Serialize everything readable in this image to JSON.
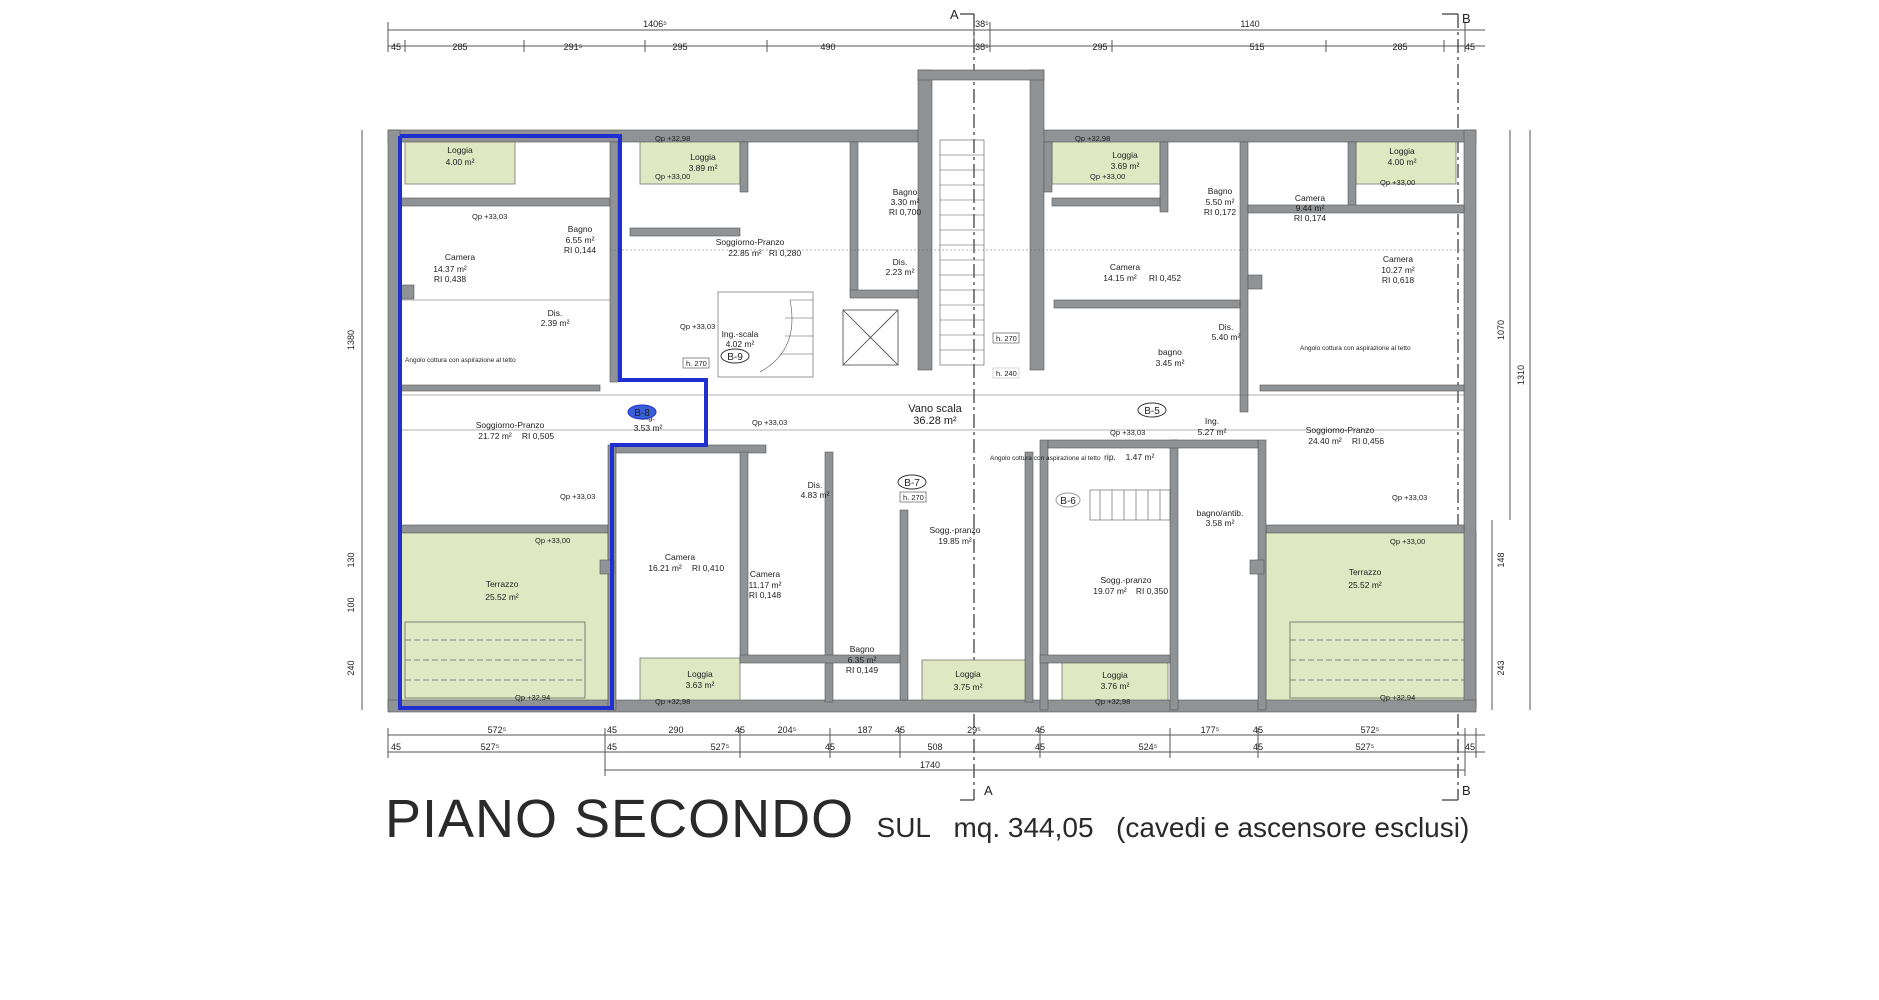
{
  "title": {
    "main": "PIANO SECONDO",
    "sul": "SUL",
    "area": "mq. 344,05",
    "note": "(cavedi e ascensore esclusi)"
  },
  "section_markers": [
    "A",
    "B"
  ],
  "colors": {
    "wall": "#8f9396",
    "outdoor": "#dfe7c3",
    "highlight": "#1f2fd0",
    "line": "#555555"
  },
  "dimensions": {
    "top_total": [
      "1406⁵",
      "38⁵",
      "1140"
    ],
    "top_row": [
      "45",
      "285",
      "291⁵",
      "295",
      "490",
      "38⁵",
      "295",
      "515",
      "285",
      "45"
    ],
    "bottom_row1": [
      "572⁵",
      "45",
      "290",
      "45",
      "204⁵",
      "187",
      "45",
      "29⁵",
      "45",
      "177⁵",
      "45",
      "572⁵"
    ],
    "bottom_row2": [
      "45",
      "527⁵",
      "45",
      "527⁵",
      "45",
      "508",
      "45",
      "524⁵",
      "45",
      "527⁵",
      "45"
    ],
    "bottom_total": "1740",
    "left_side": [
      "1380",
      "130",
      "100",
      "240"
    ],
    "right_side": [
      "1070",
      "1310",
      "148",
      "243"
    ]
  },
  "rooms": [
    {
      "name": "Loggia",
      "area": "4.00 m²"
    },
    {
      "name": "Loggia",
      "area": "3.89 m²"
    },
    {
      "name": "Loggia",
      "area": "3.69 m²"
    },
    {
      "name": "Loggia",
      "area": "4.00 m²"
    },
    {
      "name": "Camera",
      "area": "14.37 m²",
      "ri": "RI 0,438"
    },
    {
      "name": "Bagno",
      "area": "6.55 m²",
      "ri": "RI 0,144"
    },
    {
      "name": "Dis.",
      "area": "2.39 m²"
    },
    {
      "name": "Soggiorno-Pranzo",
      "area": "22.85 m²",
      "ri": "RI 0,280"
    },
    {
      "name": "Bagno",
      "area": "3.30 m²",
      "ri": "RI 0,700"
    },
    {
      "name": "Dis.",
      "area": "2.23 m²"
    },
    {
      "name": "Ing.-scala",
      "area": "4.02 m²"
    },
    {
      "name": "Camera",
      "area": "14.15 m²",
      "ri": "RI 0,452"
    },
    {
      "name": "Bagno",
      "area": "5.50 m²",
      "ri": "RI 0,172"
    },
    {
      "name": "Camera",
      "area": "9.44 m²",
      "ri": "RI 0,174"
    },
    {
      "name": "Camera",
      "area": "10.27 m²",
      "ri": "RI 0,618"
    },
    {
      "name": "bagno",
      "area": "3.45 m²"
    },
    {
      "name": "Dis.",
      "area": "5.40 m²"
    },
    {
      "name": "Soggiorno-Pranzo",
      "area": "21.72 m²",
      "ri": "RI 0,505"
    },
    {
      "name": "Ing.",
      "area": "3.53 m²"
    },
    {
      "name": "Vano scala",
      "area": "36.28 m²"
    },
    {
      "name": "Ing.",
      "area": "5.27 m²"
    },
    {
      "name": "Soggiorno-Pranzo",
      "area": "24.40 m²",
      "ri": "RI 0,456"
    },
    {
      "name": "Dis.",
      "area": "4.83 m²"
    },
    {
      "name": "Sogg.-pranzo",
      "area": "19.85 m²"
    },
    {
      "name": "rip.",
      "area": "1.47 m²"
    },
    {
      "name": "bagno/antib.",
      "area": "3.58 m²"
    },
    {
      "name": "Camera",
      "area": "16.21 m²",
      "ri": "RI 0,410"
    },
    {
      "name": "Camera",
      "area": "11.17 m²",
      "ri": "RI 0,148"
    },
    {
      "name": "Sogg.-pranzo",
      "area": "19.07 m²",
      "ri": "RI 0,350"
    },
    {
      "name": "Terrazzo",
      "area": "25.52 m²"
    },
    {
      "name": "Terrazzo",
      "area": "25.52 m²"
    },
    {
      "name": "Bagno",
      "area": "6.35 m²",
      "ri": "RI 0,149"
    },
    {
      "name": "Loggia",
      "area": "3.63 m²"
    },
    {
      "name": "Loggia",
      "area": "3.75 m²"
    },
    {
      "name": "Loggia",
      "area": "3.76 m²"
    }
  ],
  "unit_tags": [
    "B-8",
    "B-9",
    "B-5",
    "B-7",
    "B-6"
  ],
  "levels": [
    "Qp +33,03",
    "Qp +33,00",
    "Qp +32,98",
    "Qp +32,94"
  ],
  "heights": [
    "h. 270",
    "h. 240"
  ],
  "notes": [
    "Angolo cottura con aspirazione al tetto"
  ]
}
